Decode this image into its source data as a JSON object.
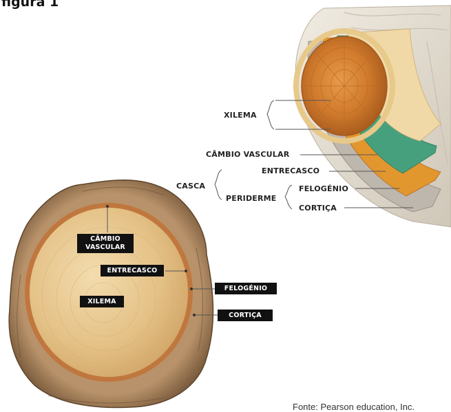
{
  "figure": {
    "title": "figura 1",
    "source": "Fonte: Pearson education, Inc."
  },
  "log_diagram": {
    "labels": {
      "xilema": "XILEMA",
      "cambio_vascular": "CÂMBIO VASCULAR",
      "casca": "CASCA",
      "entrecasco": "ENTRECASCO",
      "periderme": "PERIDERME",
      "felogenio": "FELOGÉNIO",
      "cortica": "CORTIÇA"
    }
  },
  "cross_section": {
    "labels": {
      "cambio_line1": "CÂMBIO",
      "cambio_line2": "VASCULAR",
      "entrecasco": "ENTRECASCO",
      "xilema": "XILEMA",
      "felogenio": "FELOGÉNIO",
      "cortica": "CORTIÇA"
    }
  },
  "colors": {
    "bark": "#9c7a52",
    "wood": "#e3c28a",
    "cambium": "#3f9a78",
    "inner_bark": "#d88a2c",
    "label_tag": "#111111"
  }
}
